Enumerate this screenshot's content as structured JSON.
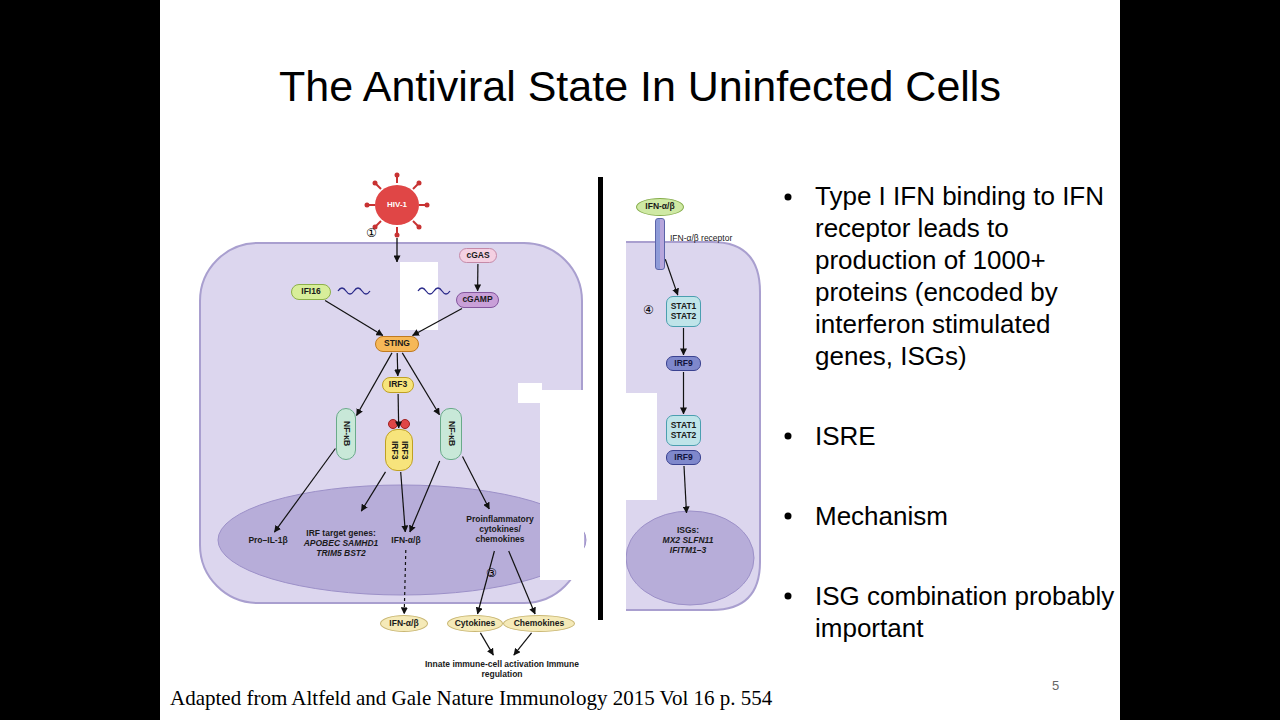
{
  "diagram": {
    "title": "The Antiviral State In Uninfected Cells",
    "caption": "Adapted from Altfeld and Gale Nature Immunology 2015 Vol 16 p. 554",
    "nodes": [
      {
        "text": [
          "HIV-1"
        ]
      },
      {
        "text": [
          "cGAS"
        ]
      },
      {
        "text": [
          "IFI16"
        ]
      },
      {
        "text": [
          "cGAMP"
        ]
      },
      {
        "text": [
          "STING"
        ]
      },
      {
        "text": [
          "IRF3"
        ]
      },
      {
        "text": [
          "NF-κB"
        ]
      },
      {
        "text": [
          "IRF3",
          "IRF3"
        ]
      },
      {
        "text": [
          "NF-κB"
        ]
      },
      {
        "text": [
          "Pro–IL-1β"
        ]
      },
      {
        "text": [
          "IRF target genes:",
          "APOBEC SAMHD1 TRIM5 BST2"
        ]
      },
      {
        "text": [
          "IFN-α/β"
        ]
      },
      {
        "text": [
          "Proinflammatory cytokines/ chemokines"
        ]
      },
      {
        "text": [
          "IFN-α/β"
        ]
      },
      {
        "text": [
          "Cytokines"
        ]
      },
      {
        "text": [
          "Chemokines"
        ]
      },
      {
        "text": [
          "Innate immune-cell activation Immune regulation"
        ]
      },
      {
        "text": [
          "IFN-α/β"
        ]
      },
      {
        "text": [
          "IFN-α/β receptor"
        ]
      },
      {
        "text": [
          "STAT1 STAT2"
        ]
      },
      {
        "text": [
          "IRF9"
        ]
      },
      {
        "text": [
          "STAT1 STAT2"
        ]
      },
      {
        "text": [
          "IRF9"
        ]
      },
      {
        "text": [
          "ISGs:",
          "MX2 SLFN11 IFITM1–3"
        ]
      }
    ],
    "edges": [
      {
        "from": 2,
        "to": 4,
        "arrow": "to"
      },
      {
        "from": 1,
        "to": 3,
        "arrow": "to"
      },
      {
        "from": 3,
        "to": 4,
        "arrow": "to"
      },
      {
        "from": 4,
        "to": 5,
        "arrow": "to"
      },
      {
        "from": 4,
        "to": 6,
        "arrow": "to"
      },
      {
        "from": 4,
        "to": 8,
        "arrow": "to"
      },
      {
        "from": 5,
        "to": 7,
        "arrow": "to"
      },
      {
        "from": 6,
        "to": 9,
        "arrow": "to"
      },
      {
        "from": 7,
        "to": 10,
        "arrow": "to"
      },
      {
        "from": 7,
        "to": 11,
        "arrow": "to"
      },
      {
        "from": 8,
        "to": 11,
        "arrow": "to"
      },
      {
        "from": 8,
        "to": 12,
        "arrow": "to"
      },
      {
        "from": 11,
        "to": 13,
        "arrow": "to"
      },
      {
        "from": 12,
        "to": 14,
        "arrow": "to"
      },
      {
        "from": 12,
        "to": 15,
        "arrow": "to"
      },
      {
        "from": 14,
        "to": 16,
        "arrow": "to"
      },
      {
        "from": 15,
        "to": 16,
        "arrow": "to"
      },
      {
        "from": 18,
        "to": 19,
        "arrow": "to"
      },
      {
        "from": 19,
        "to": 20,
        "arrow": "to"
      },
      {
        "from": 20,
        "to": 21,
        "arrow": "to"
      },
      {
        "from": 22,
        "to": 23,
        "arrow": "to"
      }
    ],
    "labels": [
      "①",
      "③",
      "④",
      "Type I IFN binding to IFN receptor leads to production of 1000+ proteins (encoded by interferon stimulated genes, ISGs)",
      "ISRE",
      "Mechanism",
      "ISG combination probably important",
      "5"
    ]
  }
}
